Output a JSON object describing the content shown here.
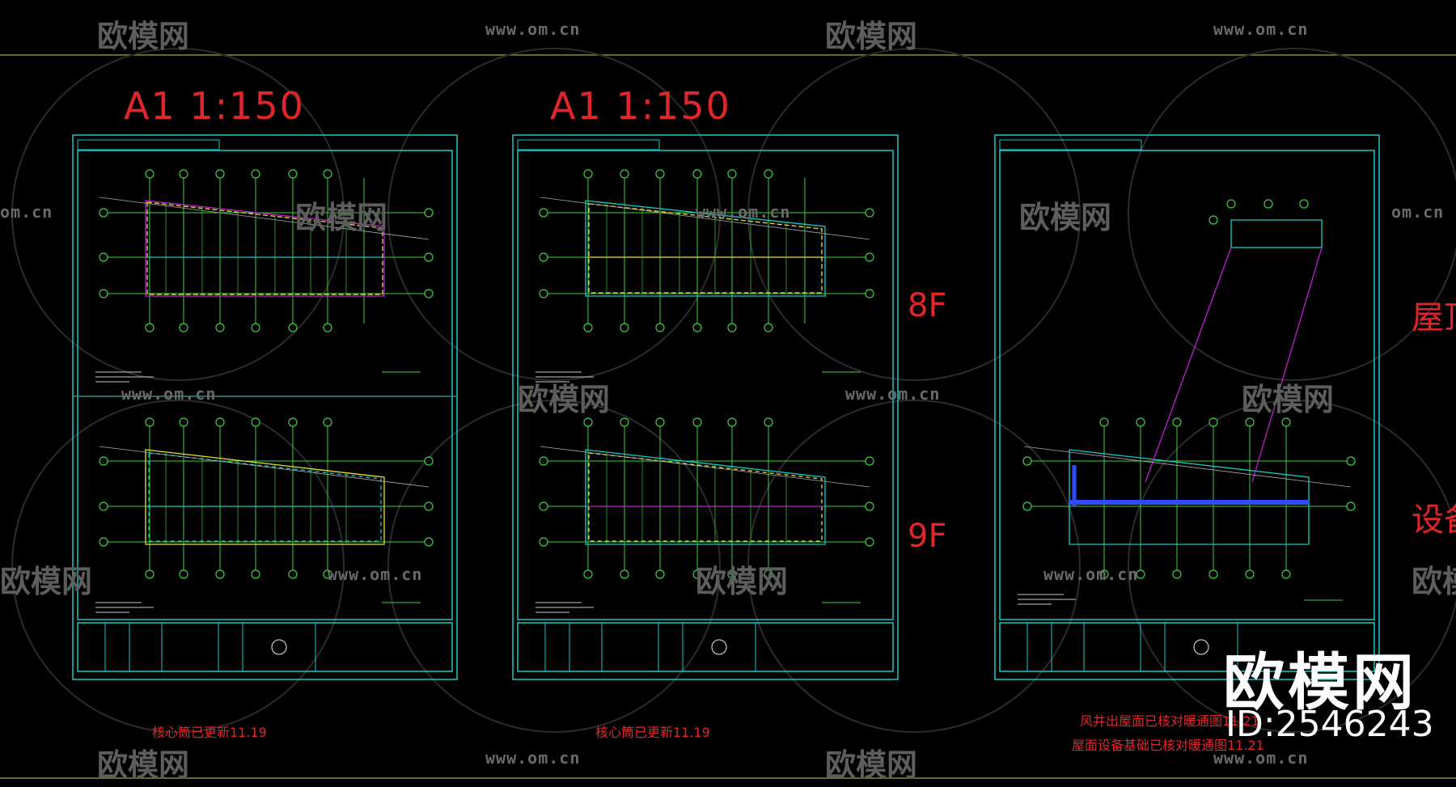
{
  "watermark": {
    "url": "www.om.cn",
    "cn": "欧模网",
    "partial_url": "om.cn"
  },
  "sheets": [
    {
      "scale_label": "A1  1:150",
      "note": "核心筒已更新11.19"
    },
    {
      "scale_label": "A1  1:150",
      "note": "核心筒已更新11.19"
    },
    {
      "scale_label": "",
      "note_lines": [
        "风井出屋面已核对暖通图11.21",
        "屋面设备基础已核对暖通图11.21"
      ]
    }
  ],
  "floor_labels": [
    "8F",
    "9F"
  ],
  "right_edge_labels": [
    "屋顶",
    "设备"
  ],
  "brand": {
    "name": "欧模网",
    "id": "ID:2546243"
  },
  "colors": {
    "background": "#000000",
    "frame": "#19c8c8",
    "red_text": "#e0262b",
    "axis": "#3ecf3e",
    "magenta": "#c21fd1",
    "blue": "#2f4bff",
    "yellow": "#e8e43a"
  }
}
